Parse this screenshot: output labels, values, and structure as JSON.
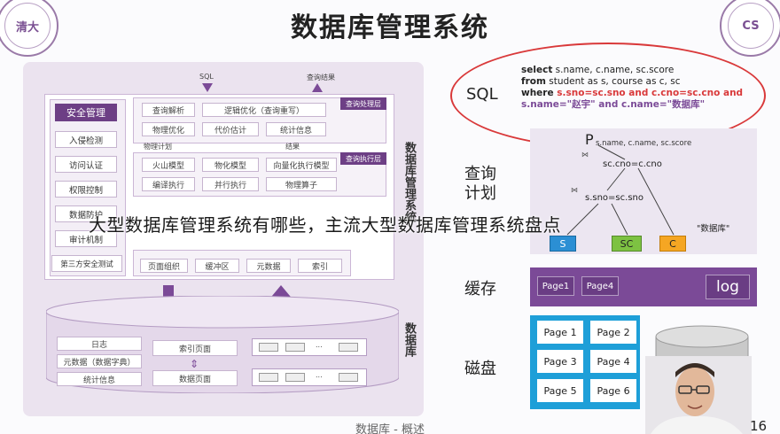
{
  "slide": {
    "title": "数据库管理系统",
    "footer": "数据库 - 概述",
    "page_number": "16",
    "overlay_caption": "大型数据库管理系统有哪些，主流大型数据库管理系统盘点",
    "logo_left_text": "清大",
    "logo_right_text": "CS"
  },
  "arch": {
    "top_labels": {
      "sql": "SQL",
      "result": "查询结果"
    },
    "security": {
      "header": "安全管理",
      "items": [
        "入侵检测",
        "访问认证",
        "权限控制",
        "数据防护",
        "审计机制",
        "第三方安全测试"
      ]
    },
    "query_layer": {
      "label": "查询处理层",
      "row1": [
        "查询解析",
        "逻辑优化（查询重写）"
      ],
      "row2": [
        "物理优化",
        "代价估计",
        "统计信息"
      ],
      "bottom_left": "物理计划",
      "bottom_right": "结果"
    },
    "exec_layer": {
      "label": "查询执行层",
      "row1": [
        "火山模型",
        "物化模型",
        "向量化执行模型"
      ],
      "row2": [
        "编译执行",
        "并行执行",
        "物理算子"
      ]
    },
    "storage_row": [
      "页面组织",
      "缓冲区",
      "元数据",
      "索引"
    ],
    "dbms_vertical": "数据库管理系统",
    "db_vertical": "数据库",
    "db_left": [
      "日志",
      "元数据（数据字典）",
      "统计信息"
    ],
    "db_mid": [
      "索引页面",
      "数据页面"
    ],
    "ellipsis": "..."
  },
  "right": {
    "sql_label": "SQL",
    "sql_lines": [
      {
        "a": "select",
        "b": " s.name, c.name, sc.score"
      },
      {
        "a": "from",
        "b": " student as s, course as c, sc"
      },
      {
        "a": "where",
        "b": " s.sno=sc.sno and c.cno=sc.cno and"
      },
      {
        "a": "",
        "b": "s.name=\"赵宇\"  and  c.name=\"数据库\""
      }
    ],
    "plan_label": "查询计划",
    "plan": {
      "projection": "P",
      "projection_sub": "s.name, c.name, sc.score",
      "join1": "sc.cno=c.cno",
      "join2": "s.sno=sc.sno",
      "select_note": "\"数据库\"",
      "join_sym": "⋈",
      "tables": [
        "S",
        "SC",
        "C"
      ]
    },
    "cache_label": "缓存",
    "cache_pages": [
      "Page1",
      "Page4"
    ],
    "cache_log": "log",
    "disk_label": "磁盘",
    "disk_pages": [
      "Page 1",
      "Page 2",
      "Page 3",
      "Page 4",
      "Page 5",
      "Page 6"
    ]
  },
  "colors": {
    "purple_dark": "#6d3f85",
    "purple_light": "#ebe3ef",
    "red": "#d9393a",
    "blue": "#1e9fd8",
    "table_s": "#2b8fd4",
    "table_sc": "#7dc242",
    "table_c": "#f5a623"
  }
}
